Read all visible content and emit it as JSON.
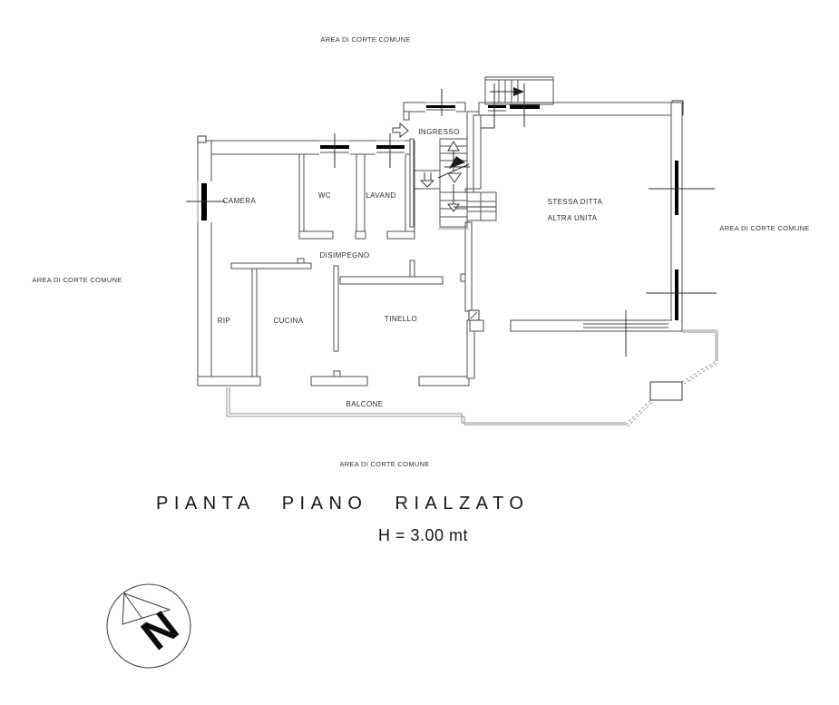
{
  "plan": {
    "area_labels": {
      "top": "AREA DI CORTE COMUNE",
      "left": "AREA DI CORTE COMUNE",
      "right": "AREA DI CORTE COMUNE",
      "bottom": "AREA DI CORTE COMUNE"
    },
    "rooms": {
      "camera": "CAMERA",
      "wc": "WC",
      "lavand": "LAVAND",
      "ingresso": "INGRESSO",
      "disimpegno": "DISIMPEGNO",
      "rip": "RIP",
      "cucina": "CUCINA",
      "tinello": "TINELLO",
      "other_unit_line1": "STESSA DITTA",
      "other_unit_line2": "ALTRA UNITA",
      "balcone": "BALCONE"
    }
  },
  "title": {
    "text": "PIANTA PIANO RIALZATO",
    "height_note": "H = 3.00 mt"
  },
  "compass": {
    "letter": "N"
  },
  "colors": {
    "wall_line": "#4f4f4f",
    "outer_line": "#909090",
    "window_bar": "#000000",
    "text": "#2b2b2b",
    "background": "#ffffff"
  }
}
